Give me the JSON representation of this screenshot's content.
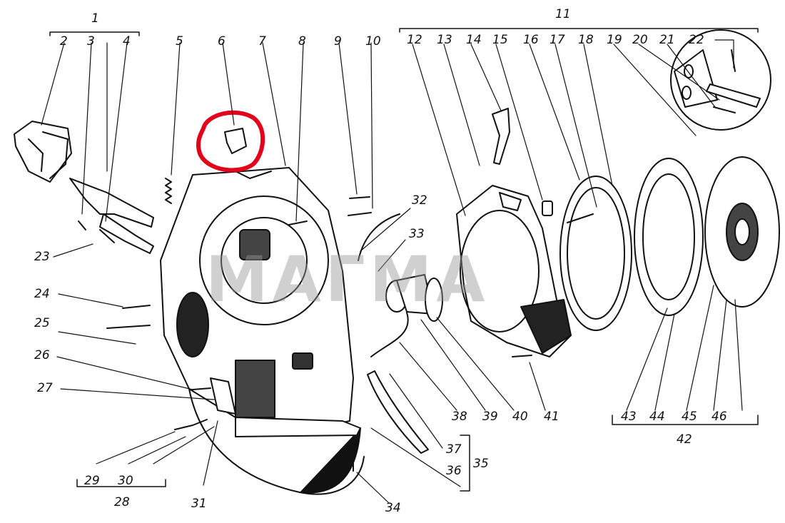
{
  "watermark": "МАГМА",
  "highlight_color": "#e3001b",
  "callouts": [
    "1",
    "2",
    "3",
    "4",
    "5",
    "6",
    "7",
    "8",
    "9",
    "10",
    "11",
    "12",
    "13",
    "14",
    "15",
    "16",
    "17",
    "18",
    "19",
    "20",
    "21",
    "22",
    "23",
    "24",
    "25",
    "26",
    "27",
    "28",
    "29",
    "30",
    "31",
    "32",
    "33",
    "34",
    "35",
    "36",
    "37",
    "38",
    "39",
    "40",
    "41",
    "42",
    "43",
    "44",
    "45",
    "46"
  ]
}
